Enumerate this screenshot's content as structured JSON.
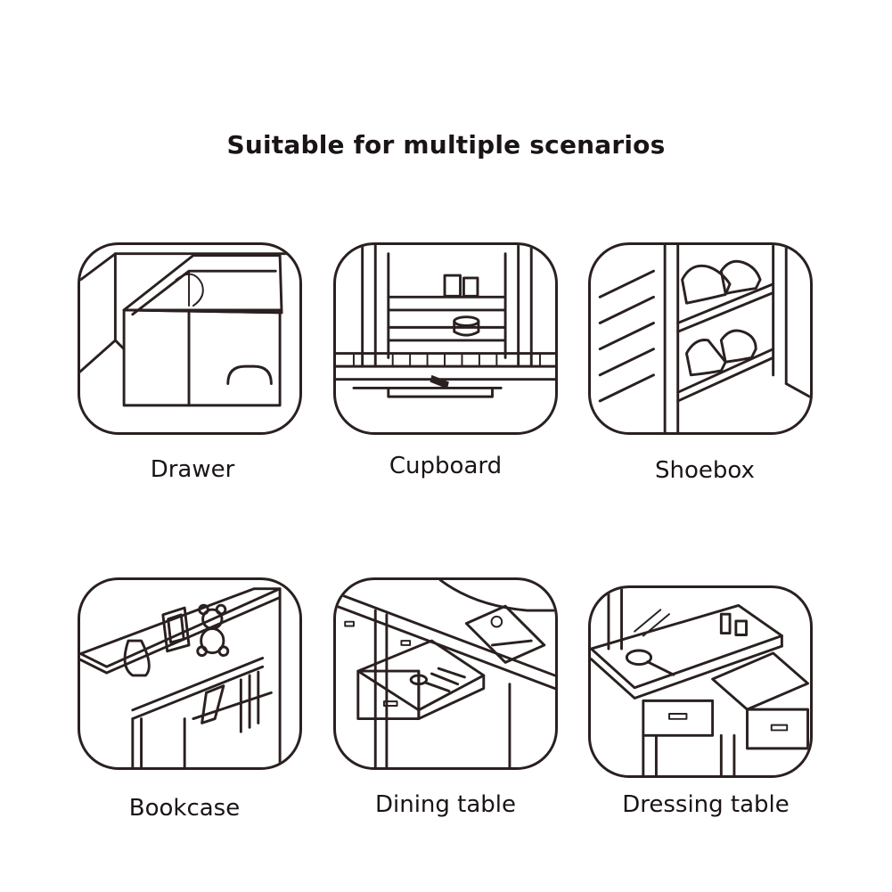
{
  "title": "Suitable for multiple scenarios",
  "scenarios": [
    {
      "label": "Drawer",
      "icon": "drawer-icon"
    },
    {
      "label": "Cupboard",
      "icon": "cupboard-icon"
    },
    {
      "label": "Shoebox",
      "icon": "shoebox-icon"
    },
    {
      "label": "Bookcase",
      "icon": "bookcase-icon"
    },
    {
      "label": "Dining table",
      "icon": "dining-table-icon"
    },
    {
      "label": "Dressing table",
      "icon": "dressing-table-icon"
    }
  ],
  "colors": {
    "line": "#2a2020",
    "background": "#ffffff"
  }
}
